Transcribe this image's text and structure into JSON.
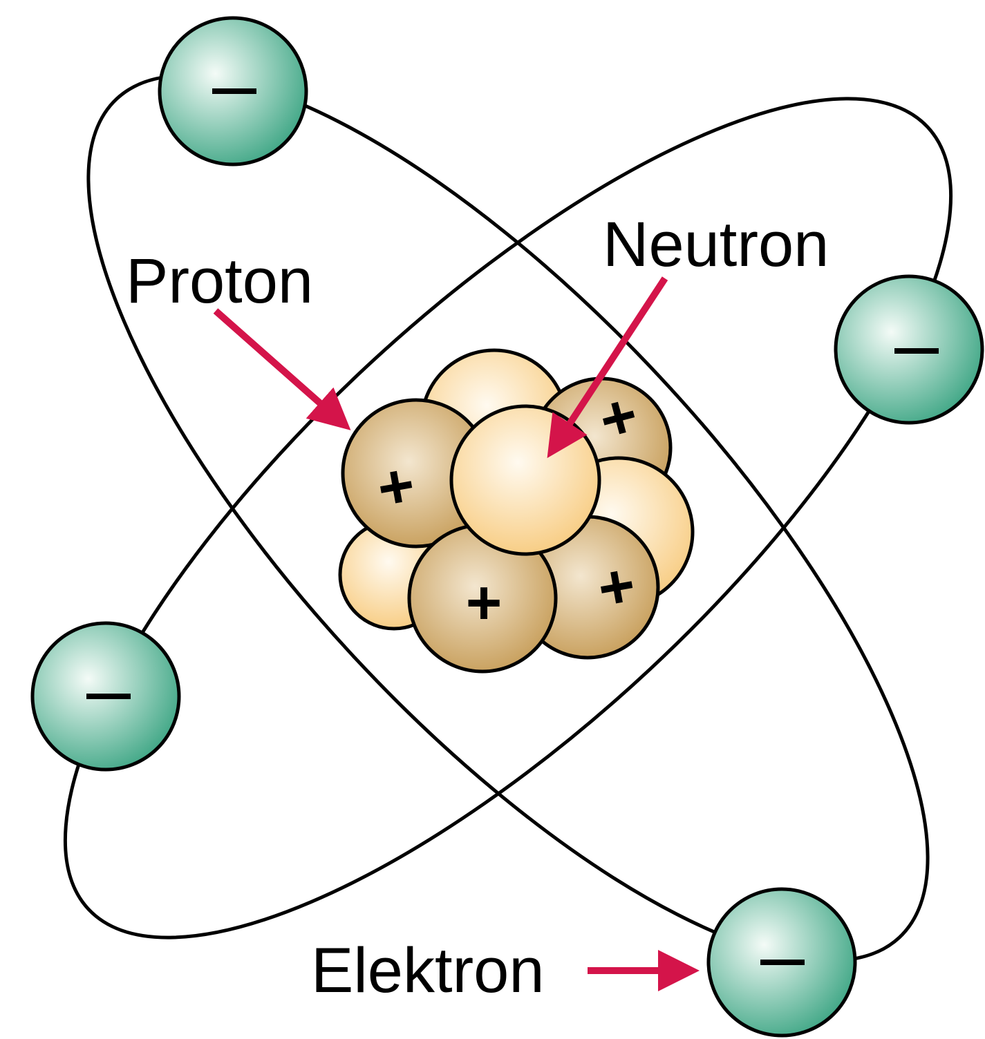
{
  "labels": {
    "proton": "Proton",
    "neutron": "Neutron",
    "electron": "Elektron"
  },
  "symbols": {
    "electron_charge": "–",
    "proton_charge": "+"
  },
  "colors": {
    "electron_light": "#f4fbf7",
    "electron_dark": "#3aa482",
    "proton_light": "#f3e6cf",
    "proton_dark": "#c1944a",
    "neutron_light": "#fffaf0",
    "neutron_dark": "#f7c878",
    "arrow": "#d4144a",
    "orbit": "#000000"
  }
}
